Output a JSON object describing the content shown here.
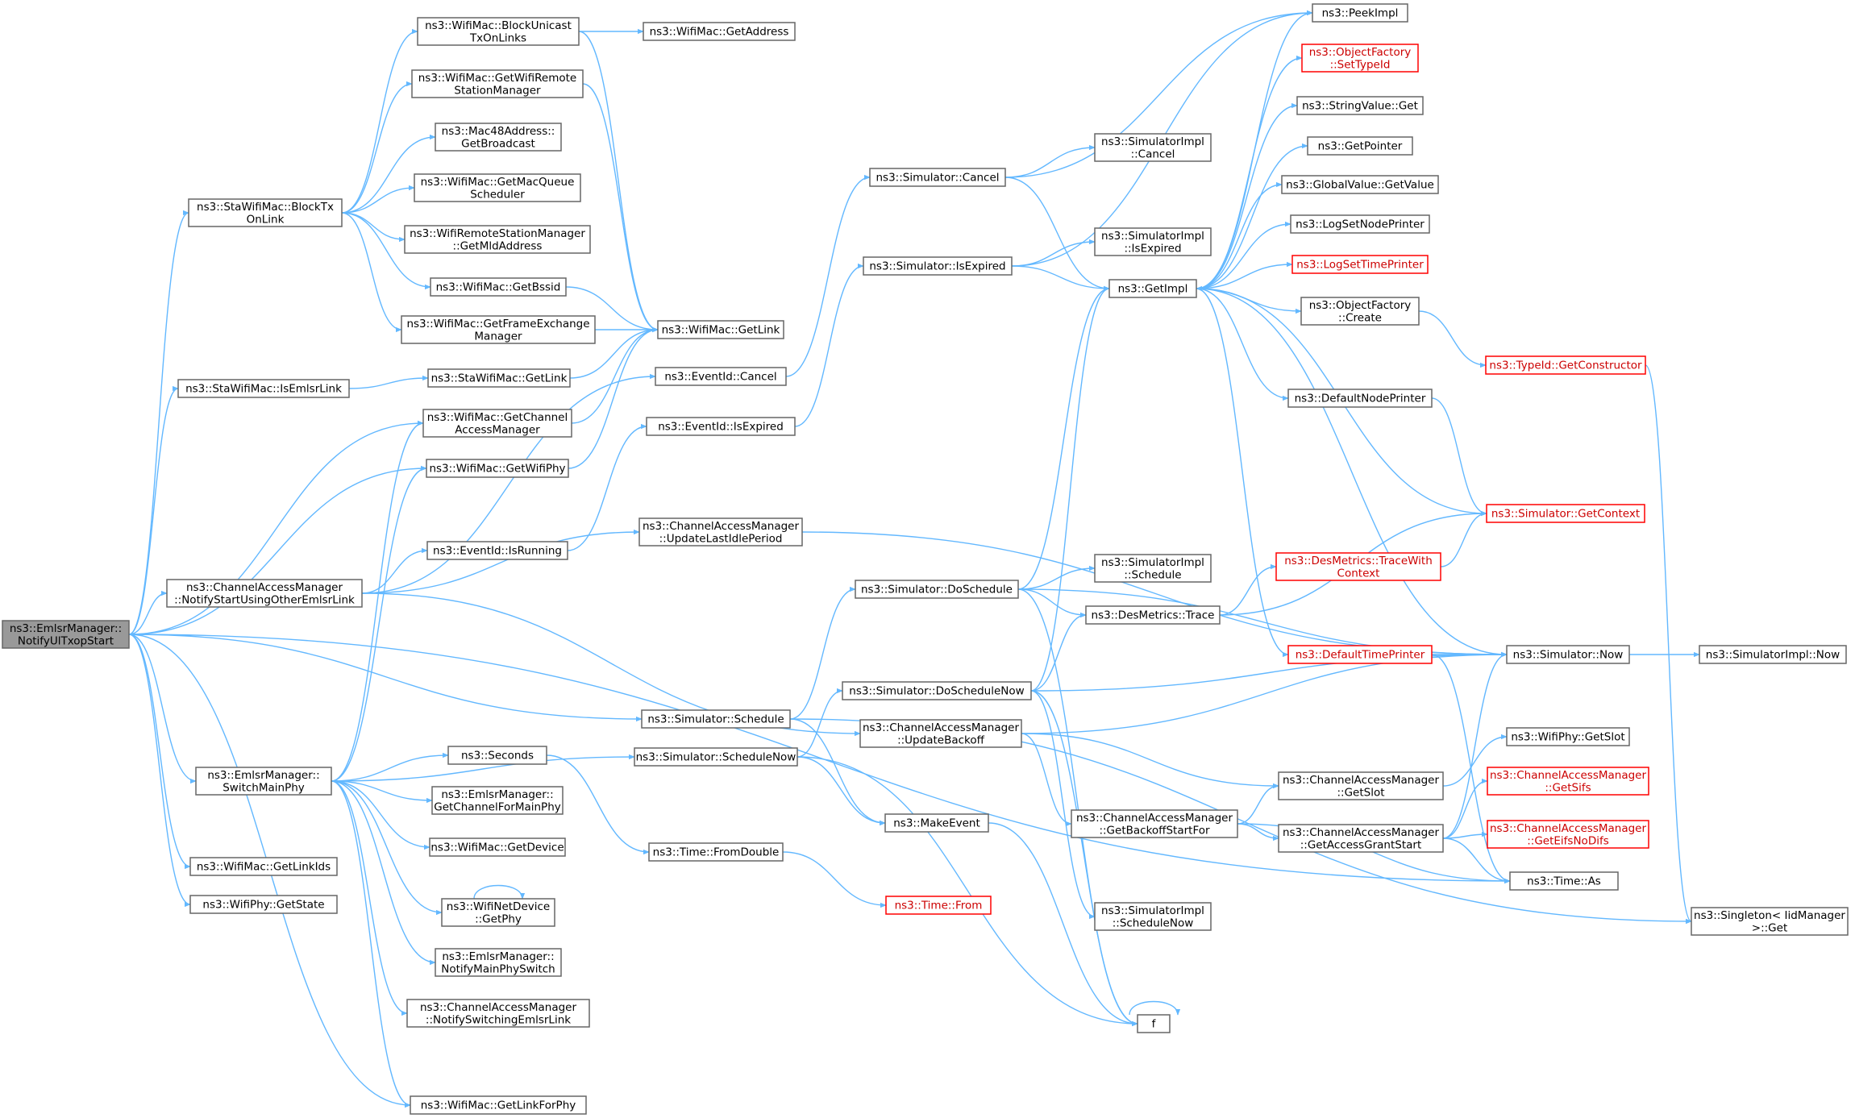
{
  "diagram": {
    "nodes": [
      {
        "id": "root",
        "lines": [
          "ns3::EmlsrManager::",
          "NotifyUlTxopStart"
        ],
        "style": "root"
      },
      {
        "id": "sta_block",
        "lines": [
          "ns3::StaWifiMac::BlockTx",
          "OnLink"
        ]
      },
      {
        "id": "wm_blockuni",
        "lines": [
          "ns3::WifiMac::BlockUnicast",
          "TxOnLinks"
        ]
      },
      {
        "id": "wm_getaddr",
        "lines": [
          "ns3::WifiMac::GetAddress"
        ]
      },
      {
        "id": "wm_getremote",
        "lines": [
          "ns3::WifiMac::GetWifiRemote",
          "StationManager"
        ]
      },
      {
        "id": "mac48",
        "lines": [
          "ns3::Mac48Address::",
          "GetBroadcast"
        ]
      },
      {
        "id": "wm_getmacq",
        "lines": [
          "ns3::WifiMac::GetMacQueue",
          "Scheduler"
        ]
      },
      {
        "id": "wrsm_mld",
        "lines": [
          "ns3::WifiRemoteStationManager",
          "::GetMldAddress"
        ]
      },
      {
        "id": "wm_getbssid",
        "lines": [
          "ns3::WifiMac::GetBssid"
        ]
      },
      {
        "id": "wm_getfem",
        "lines": [
          "ns3::WifiMac::GetFrameExchange",
          "Manager"
        ]
      },
      {
        "id": "wm_getlink",
        "lines": [
          "ns3::WifiMac::GetLink"
        ]
      },
      {
        "id": "sta_isemlsr",
        "lines": [
          "ns3::StaWifiMac::IsEmlsrLink"
        ]
      },
      {
        "id": "sta_getlink",
        "lines": [
          "ns3::StaWifiMac::GetLink"
        ]
      },
      {
        "id": "wm_getcam",
        "lines": [
          "ns3::WifiMac::GetChannel",
          "AccessManager"
        ]
      },
      {
        "id": "wm_getphy",
        "lines": [
          "ns3::WifiMac::GetWifiPhy"
        ]
      },
      {
        "id": "cam_notify",
        "lines": [
          "ns3::ChannelAccessManager",
          "::NotifyStartUsingOtherEmlsrLink"
        ]
      },
      {
        "id": "ev_running",
        "lines": [
          "ns3::EventId::IsRunning"
        ]
      },
      {
        "id": "ev_cancel",
        "lines": [
          "ns3::EventId::Cancel"
        ]
      },
      {
        "id": "ev_expired",
        "lines": [
          "ns3::EventId::IsExpired"
        ]
      },
      {
        "id": "cam_lastidle",
        "lines": [
          "ns3::ChannelAccessManager",
          "::UpdateLastIdlePeriod"
        ]
      },
      {
        "id": "sim_cancel",
        "lines": [
          "ns3::Simulator::Cancel"
        ]
      },
      {
        "id": "sim_isexpired",
        "lines": [
          "ns3::Simulator::IsExpired"
        ]
      },
      {
        "id": "simimpl_cancel",
        "lines": [
          "ns3::SimulatorImpl",
          "::Cancel"
        ]
      },
      {
        "id": "simimpl_isexp",
        "lines": [
          "ns3::SimulatorImpl",
          "::IsExpired"
        ]
      },
      {
        "id": "getimpl",
        "lines": [
          "ns3::GetImpl"
        ]
      },
      {
        "id": "peekimpl",
        "lines": [
          "ns3::PeekImpl"
        ]
      },
      {
        "id": "of_settype",
        "lines": [
          "ns3::ObjectFactory",
          "::SetTypeId"
        ],
        "style": "trunc"
      },
      {
        "id": "strval",
        "lines": [
          "ns3::StringValue::Get"
        ]
      },
      {
        "id": "getpointer",
        "lines": [
          "ns3::GetPointer"
        ]
      },
      {
        "id": "gv_getvalue",
        "lines": [
          "ns3::GlobalValue::GetValue"
        ]
      },
      {
        "id": "logsetnode",
        "lines": [
          "ns3::LogSetNodePrinter"
        ]
      },
      {
        "id": "logsettime",
        "lines": [
          "ns3::LogSetTimePrinter"
        ],
        "style": "trunc"
      },
      {
        "id": "of_create",
        "lines": [
          "ns3::ObjectFactory",
          "::Create"
        ]
      },
      {
        "id": "typeid_ctor",
        "lines": [
          "ns3::TypeId::GetConstructor"
        ],
        "style": "trunc"
      },
      {
        "id": "defnodeprinter",
        "lines": [
          "ns3::DefaultNodePrinter"
        ]
      },
      {
        "id": "sim_context",
        "lines": [
          "ns3::Simulator::GetContext"
        ],
        "style": "trunc"
      },
      {
        "id": "em_switch",
        "lines": [
          "ns3::EmlsrManager::",
          "SwitchMainPhy"
        ]
      },
      {
        "id": "seconds",
        "lines": [
          "ns3::Seconds"
        ]
      },
      {
        "id": "em_getchan",
        "lines": [
          "ns3::EmlsrManager::",
          "GetChannelForMainPhy"
        ]
      },
      {
        "id": "wm_getdevice",
        "lines": [
          "ns3::WifiMac::GetDevice"
        ]
      },
      {
        "id": "wnd_getphy",
        "lines": [
          "ns3::WifiNetDevice",
          "::GetPhy"
        ]
      },
      {
        "id": "em_notifymain",
        "lines": [
          "ns3::EmlsrManager::",
          "NotifyMainPhySwitch"
        ]
      },
      {
        "id": "cam_notifyswitch",
        "lines": [
          "ns3::ChannelAccessManager",
          "::NotifySwitchingEmlsrLink"
        ]
      },
      {
        "id": "wm_getlinkforphy",
        "lines": [
          "ns3::WifiMac::GetLinkForPhy"
        ]
      },
      {
        "id": "wm_getlinkids",
        "lines": [
          "ns3::WifiMac::GetLinkIds"
        ]
      },
      {
        "id": "phy_getstate",
        "lines": [
          "ns3::WifiPhy::GetState"
        ]
      },
      {
        "id": "sim_schedule",
        "lines": [
          "ns3::Simulator::Schedule"
        ]
      },
      {
        "id": "sim_schednow",
        "lines": [
          "ns3::Simulator::ScheduleNow"
        ]
      },
      {
        "id": "time_fromdouble",
        "lines": [
          "ns3::Time::FromDouble"
        ]
      },
      {
        "id": "time_from",
        "lines": [
          "ns3::Time::From"
        ],
        "style": "trunc"
      },
      {
        "id": "sim_doschedule",
        "lines": [
          "ns3::Simulator::DoSchedule"
        ]
      },
      {
        "id": "sim_doschednow",
        "lines": [
          "ns3::Simulator::DoScheduleNow"
        ]
      },
      {
        "id": "cam_updbackoff",
        "lines": [
          "ns3::ChannelAccessManager",
          "::UpdateBackoff"
        ]
      },
      {
        "id": "makeevent",
        "lines": [
          "ns3::MakeEvent"
        ]
      },
      {
        "id": "simimpl_sched",
        "lines": [
          "ns3::SimulatorImpl",
          "::Schedule"
        ]
      },
      {
        "id": "desm_trace",
        "lines": [
          "ns3::DesMetrics::Trace"
        ]
      },
      {
        "id": "desm_tracectx",
        "lines": [
          "ns3::DesMetrics::TraceWith",
          "Context"
        ],
        "style": "trunc"
      },
      {
        "id": "deftimeprinter",
        "lines": [
          "ns3::DefaultTimePrinter"
        ],
        "style": "trunc"
      },
      {
        "id": "simimpl_schednow",
        "lines": [
          "ns3::SimulatorImpl",
          "::ScheduleNow"
        ]
      },
      {
        "id": "f",
        "lines": [
          "f"
        ]
      },
      {
        "id": "cam_backoffstart",
        "lines": [
          "ns3::ChannelAccessManager",
          "::GetBackoffStartFor"
        ]
      },
      {
        "id": "cam_getslot",
        "lines": [
          "ns3::ChannelAccessManager",
          "::GetSlot"
        ]
      },
      {
        "id": "cam_grantstart",
        "lines": [
          "ns3::ChannelAccessManager",
          "::GetAccessGrantStart"
        ]
      },
      {
        "id": "sim_now",
        "lines": [
          "ns3::Simulator::Now"
        ]
      },
      {
        "id": "simimpl_now",
        "lines": [
          "ns3::SimulatorImpl::Now"
        ]
      },
      {
        "id": "phy_getslot",
        "lines": [
          "ns3::WifiPhy::GetSlot"
        ]
      },
      {
        "id": "cam_getsifs",
        "lines": [
          "ns3::ChannelAccessManager",
          "::GetSifs"
        ],
        "style": "trunc"
      },
      {
        "id": "cam_geteifs",
        "lines": [
          "ns3::ChannelAccessManager",
          "::GetEifsNoDifs"
        ],
        "style": "trunc"
      },
      {
        "id": "time_as",
        "lines": [
          "ns3::Time::As"
        ]
      },
      {
        "id": "singleton",
        "lines": [
          "ns3::Singleton< IidManager",
          ">::Get"
        ]
      }
    ],
    "edges": [
      [
        "root",
        "sta_block"
      ],
      [
        "root",
        "sta_isemlsr"
      ],
      [
        "root",
        "wm_getcam"
      ],
      [
        "root",
        "wm_getphy"
      ],
      [
        "root",
        "cam_notify"
      ],
      [
        "root",
        "em_switch"
      ],
      [
        "root",
        "wm_getlinkids"
      ],
      [
        "root",
        "phy_getstate"
      ],
      [
        "root",
        "sim_schedule"
      ],
      [
        "root",
        "wm_getlinkforphy"
      ],
      [
        "root",
        "time_as"
      ],
      [
        "sta_block",
        "wm_blockuni"
      ],
      [
        "sta_block",
        "wm_getremote"
      ],
      [
        "sta_block",
        "mac48"
      ],
      [
        "sta_block",
        "wm_getmacq"
      ],
      [
        "sta_block",
        "wrsm_mld"
      ],
      [
        "sta_block",
        "wm_getbssid"
      ],
      [
        "sta_block",
        "wm_getfem"
      ],
      [
        "wm_blockuni",
        "wm_getaddr"
      ],
      [
        "wm_blockuni",
        "wm_getlink"
      ],
      [
        "wm_getremote",
        "wm_getlink"
      ],
      [
        "wm_getbssid",
        "wm_getlink"
      ],
      [
        "wm_getfem",
        "wm_getlink"
      ],
      [
        "sta_isemlsr",
        "sta_getlink"
      ],
      [
        "sta_getlink",
        "wm_getlink"
      ],
      [
        "wm_getcam",
        "wm_getlink"
      ],
      [
        "wm_getphy",
        "wm_getlink"
      ],
      [
        "cam_notify",
        "ev_running"
      ],
      [
        "cam_notify",
        "cam_lastidle"
      ],
      [
        "cam_notify",
        "cam_updbackoff"
      ],
      [
        "cam_notify",
        "ev_cancel"
      ],
      [
        "ev_cancel",
        "sim_cancel"
      ],
      [
        "ev_running",
        "ev_expired"
      ],
      [
        "ev_expired",
        "sim_isexpired"
      ],
      [
        "sim_cancel",
        "peekimpl"
      ],
      [
        "sim_cancel",
        "simimpl_cancel"
      ],
      [
        "sim_cancel",
        "getimpl"
      ],
      [
        "sim_isexpired",
        "peekimpl"
      ],
      [
        "sim_isexpired",
        "simimpl_isexp"
      ],
      [
        "sim_isexpired",
        "getimpl"
      ],
      [
        "getimpl",
        "peekimpl"
      ],
      [
        "getimpl",
        "of_settype"
      ],
      [
        "getimpl",
        "strval"
      ],
      [
        "getimpl",
        "getpointer"
      ],
      [
        "getimpl",
        "gv_getvalue"
      ],
      [
        "getimpl",
        "logsetnode"
      ],
      [
        "getimpl",
        "logsettime"
      ],
      [
        "getimpl",
        "of_create"
      ],
      [
        "getimpl",
        "defnodeprinter"
      ],
      [
        "getimpl",
        "deftimeprinter"
      ],
      [
        "getimpl",
        "sim_now"
      ],
      [
        "of_create",
        "typeid_ctor"
      ],
      [
        "typeid_ctor",
        "singleton"
      ],
      [
        "defnodeprinter",
        "sim_context"
      ],
      [
        "sim_context",
        "getimpl"
      ],
      [
        "cam_lastidle",
        "sim_now"
      ],
      [
        "em_switch",
        "wm_getcam"
      ],
      [
        "em_switch",
        "wm_getphy"
      ],
      [
        "em_switch",
        "seconds"
      ],
      [
        "em_switch",
        "em_getchan"
      ],
      [
        "em_switch",
        "wm_getdevice"
      ],
      [
        "em_switch",
        "wnd_getphy"
      ],
      [
        "em_switch",
        "em_notifymain"
      ],
      [
        "em_switch",
        "cam_notifyswitch"
      ],
      [
        "em_switch",
        "wm_getlinkforphy"
      ],
      [
        "em_switch",
        "sim_schednow"
      ],
      [
        "wnd_getphy",
        "wnd_getphy"
      ],
      [
        "seconds",
        "time_fromdouble"
      ],
      [
        "time_fromdouble",
        "time_from"
      ],
      [
        "sim_schedule",
        "sim_doschedule"
      ],
      [
        "sim_schedule",
        "makeevent"
      ],
      [
        "sim_schedule",
        "singleton"
      ],
      [
        "sim_schednow",
        "sim_doschednow"
      ],
      [
        "sim_schednow",
        "makeevent"
      ],
      [
        "sim_schednow",
        "f"
      ],
      [
        "sim_doschedule",
        "getimpl"
      ],
      [
        "sim_doschedule",
        "simimpl_sched"
      ],
      [
        "sim_doschedule",
        "desm_trace"
      ],
      [
        "sim_doschedule",
        "sim_now"
      ],
      [
        "sim_doschedule",
        "f"
      ],
      [
        "sim_doschednow",
        "getimpl"
      ],
      [
        "sim_doschednow",
        "desm_trace"
      ],
      [
        "sim_doschednow",
        "sim_now"
      ],
      [
        "sim_doschednow",
        "simimpl_schednow"
      ],
      [
        "sim_doschednow",
        "f"
      ],
      [
        "desm_trace",
        "desm_tracectx"
      ],
      [
        "desm_trace",
        "sim_context"
      ],
      [
        "desm_tracectx",
        "sim_context"
      ],
      [
        "deftimeprinter",
        "sim_now"
      ],
      [
        "deftimeprinter",
        "time_as"
      ],
      [
        "makeevent",
        "f"
      ],
      [
        "f",
        "f"
      ],
      [
        "cam_updbackoff",
        "sim_now"
      ],
      [
        "cam_updbackoff",
        "cam_getslot"
      ],
      [
        "cam_updbackoff",
        "cam_backoffstart"
      ],
      [
        "cam_backoffstart",
        "cam_getslot"
      ],
      [
        "cam_backoffstart",
        "cam_grantstart"
      ],
      [
        "cam_backoffstart",
        "time_as"
      ],
      [
        "cam_getslot",
        "phy_getslot"
      ],
      [
        "cam_grantstart",
        "sim_now"
      ],
      [
        "cam_grantstart",
        "cam_getsifs"
      ],
      [
        "cam_grantstart",
        "cam_geteifs"
      ],
      [
        "cam_grantstart",
        "time_as"
      ],
      [
        "sim_now",
        "simimpl_now"
      ]
    ]
  }
}
